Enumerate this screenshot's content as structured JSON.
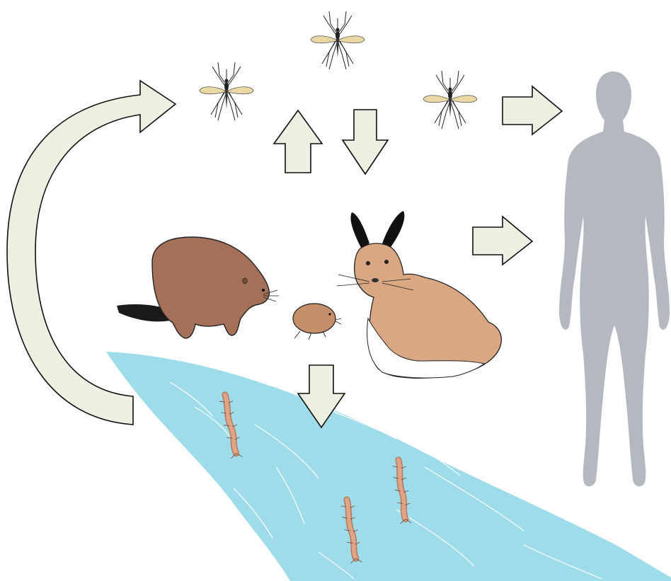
{
  "diagram": {
    "colors": {
      "background": "#ffffff",
      "arrow_fill": "#ebf0e0",
      "arrow_stroke": "#111111",
      "river": "#9fdcea",
      "river_lines": "#ffffff",
      "human": "#b4b8bf",
      "beaver": "#a57058",
      "hare": "#d9a883",
      "vole": "#c58f6a",
      "larva": "#e0a487",
      "mosquito_wing": "#e9d7a4"
    },
    "nodes": [
      {
        "id": "adult-mosquitoes",
        "icon": "mosquito-icon",
        "count": 3
      },
      {
        "id": "human",
        "icon": "human-silhouette-icon"
      },
      {
        "id": "beaver",
        "icon": "beaver-icon"
      },
      {
        "id": "vole",
        "icon": "vole-icon"
      },
      {
        "id": "hare",
        "icon": "hare-icon"
      },
      {
        "id": "river",
        "icon": "river-icon"
      },
      {
        "id": "larvae",
        "icon": "mosquito-larva-icon",
        "count": 3
      }
    ],
    "arrows": [
      {
        "from": "river",
        "to": "adult-mosquitoes",
        "shape": "curved"
      },
      {
        "from": "mammals",
        "to": "adult-mosquitoes",
        "shape": "straight"
      },
      {
        "from": "adult-mosquitoes",
        "to": "mammals",
        "shape": "straight"
      },
      {
        "from": "adult-mosquitoes",
        "to": "human",
        "shape": "straight"
      },
      {
        "from": "hare",
        "to": "human",
        "shape": "straight"
      },
      {
        "from": "mammals",
        "to": "river",
        "shape": "straight"
      }
    ]
  }
}
